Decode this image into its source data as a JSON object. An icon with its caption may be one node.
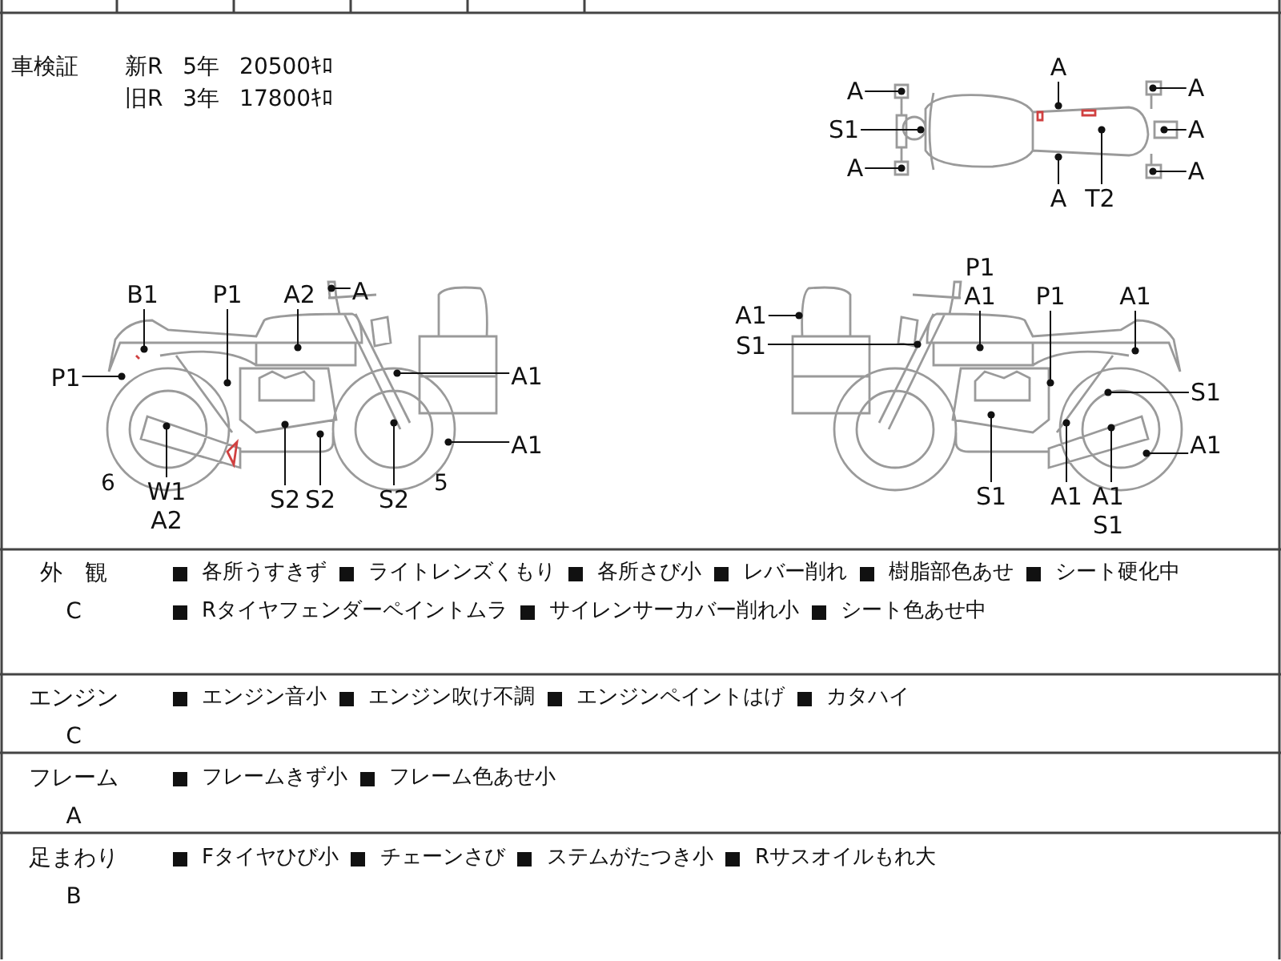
{
  "diagram": {
    "nodes": [
      {
        "text": [
          "A"
        ]
      },
      {
        "text": [
          "S1"
        ]
      },
      {
        "text": [
          "A"
        ]
      },
      {
        "text": [
          "A"
        ]
      },
      {
        "text": [
          "A"
        ]
      },
      {
        "text": [
          "T2"
        ]
      },
      {
        "text": [
          "A"
        ]
      },
      {
        "text": [
          "A"
        ]
      },
      {
        "text": [
          "A"
        ]
      },
      {
        "text": [
          "B1"
        ]
      },
      {
        "text": [
          "P1"
        ]
      },
      {
        "text": [
          "A2"
        ]
      },
      {
        "text": [
          "A"
        ]
      },
      {
        "text": [
          "P1"
        ]
      },
      {
        "text": [
          "A1"
        ]
      },
      {
        "text": [
          "A1"
        ]
      },
      {
        "text": [
          "W1",
          "A2"
        ]
      },
      {
        "text": [
          "S2"
        ]
      },
      {
        "text": [
          "S2"
        ]
      },
      {
        "text": [
          "S2"
        ]
      },
      {
        "text": [
          "P1",
          "A1"
        ]
      },
      {
        "text": [
          "P1"
        ]
      },
      {
        "text": [
          "A1"
        ]
      },
      {
        "text": [
          "A1"
        ]
      },
      {
        "text": [
          "S1"
        ]
      },
      {
        "text": [
          "S1"
        ]
      },
      {
        "text": [
          "A1"
        ]
      },
      {
        "text": [
          "S1"
        ]
      },
      {
        "text": [
          "A1"
        ]
      },
      {
        "text": [
          "A1",
          "S1"
        ]
      }
    ],
    "edges": [
      {
        "from": 0,
        "to": null,
        "arrow": "other"
      },
      {
        "from": 1,
        "to": null,
        "arrow": "other"
      },
      {
        "from": 2,
        "to": null,
        "arrow": "other"
      },
      {
        "from": 3,
        "to": null,
        "arrow": "other"
      },
      {
        "from": 4,
        "to": null,
        "arrow": "other"
      },
      {
        "from": 5,
        "to": null,
        "arrow": "other"
      },
      {
        "from": 6,
        "to": null,
        "arrow": "other"
      },
      {
        "from": 7,
        "to": null,
        "arrow": "other"
      },
      {
        "from": 8,
        "to": null,
        "arrow": "other"
      },
      {
        "from": 9,
        "to": null,
        "arrow": "other"
      },
      {
        "from": 10,
        "to": null,
        "arrow": "other"
      },
      {
        "from": 11,
        "to": null,
        "arrow": "other"
      },
      {
        "from": 12,
        "to": null,
        "arrow": "other"
      },
      {
        "from": 13,
        "to": null,
        "arrow": "other"
      },
      {
        "from": 14,
        "to": null,
        "arrow": "other"
      },
      {
        "from": 15,
        "to": null,
        "arrow": "other"
      },
      {
        "from": 16,
        "to": null,
        "arrow": "other"
      },
      {
        "from": 17,
        "to": null,
        "arrow": "other"
      },
      {
        "from": 18,
        "to": null,
        "arrow": "other"
      },
      {
        "from": 19,
        "to": null,
        "arrow": "other"
      },
      {
        "from": 20,
        "to": null,
        "arrow": "other"
      },
      {
        "from": 21,
        "to": null,
        "arrow": "other"
      },
      {
        "from": 22,
        "to": null,
        "arrow": "other"
      },
      {
        "from": 23,
        "to": null,
        "arrow": "other"
      },
      {
        "from": 24,
        "to": null,
        "arrow": "other"
      },
      {
        "from": 25,
        "to": null,
        "arrow": "other"
      },
      {
        "from": 26,
        "to": null,
        "arrow": "other"
      },
      {
        "from": 27,
        "to": null,
        "arrow": "other"
      },
      {
        "from": 28,
        "to": null,
        "arrow": "other"
      },
      {
        "from": 29,
        "to": null,
        "arrow": "other"
      }
    ],
    "labels": [
      "車検証",
      "新R 5年 20500ｷﾛ",
      "旧R 3年 17800ｷﾛ",
      "6",
      "5",
      "外　観",
      "C",
      "各所うすきず",
      "ライトレンズくもり",
      "各所さび小",
      "レバー削れ",
      "樹脂部色あせ",
      "シート硬化中",
      "Rタイヤフェンダーペイントムラ",
      "サイレンサーカバー削れ小",
      "シート色あせ中",
      "エンジン",
      "C",
      "エンジン音小",
      "エンジン吹け不調",
      "エンジンペイントはげ",
      "カタハイ",
      "フレーム",
      "A",
      "フレームきず小",
      "フレーム色あせ小",
      "足まわり",
      "B",
      "Fタイヤひび小",
      "チェーンさび",
      "ステムがたつき小",
      "Rサスオイルもれ大"
    ]
  }
}
